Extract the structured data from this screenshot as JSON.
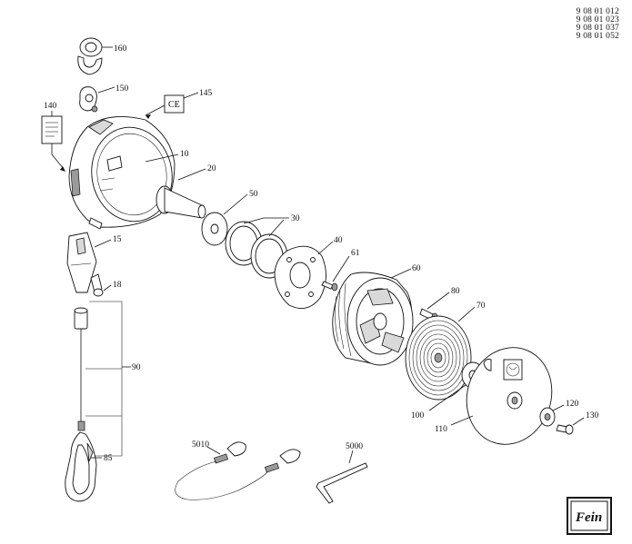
{
  "part_numbers": [
    "9 08 01 012",
    "9 08 01 023",
    "9 08 01 037",
    "9 08 01 052"
  ],
  "callouts": {
    "c160": "160",
    "c150": "150",
    "c145": "145",
    "c140": "140",
    "c10": "10",
    "c20": "20",
    "c50": "50",
    "c30": "30",
    "c40": "40",
    "c61": "61",
    "c60": "60",
    "c80": "80",
    "c70": "70",
    "c15": "15",
    "c18": "18",
    "c90": "90",
    "c85": "85",
    "c100": "100",
    "c110": "110",
    "c120": "120",
    "c130": "130",
    "c5010": "5010",
    "c5000": "5000"
  },
  "ce_mark": "CE",
  "logo_text": "Fein"
}
